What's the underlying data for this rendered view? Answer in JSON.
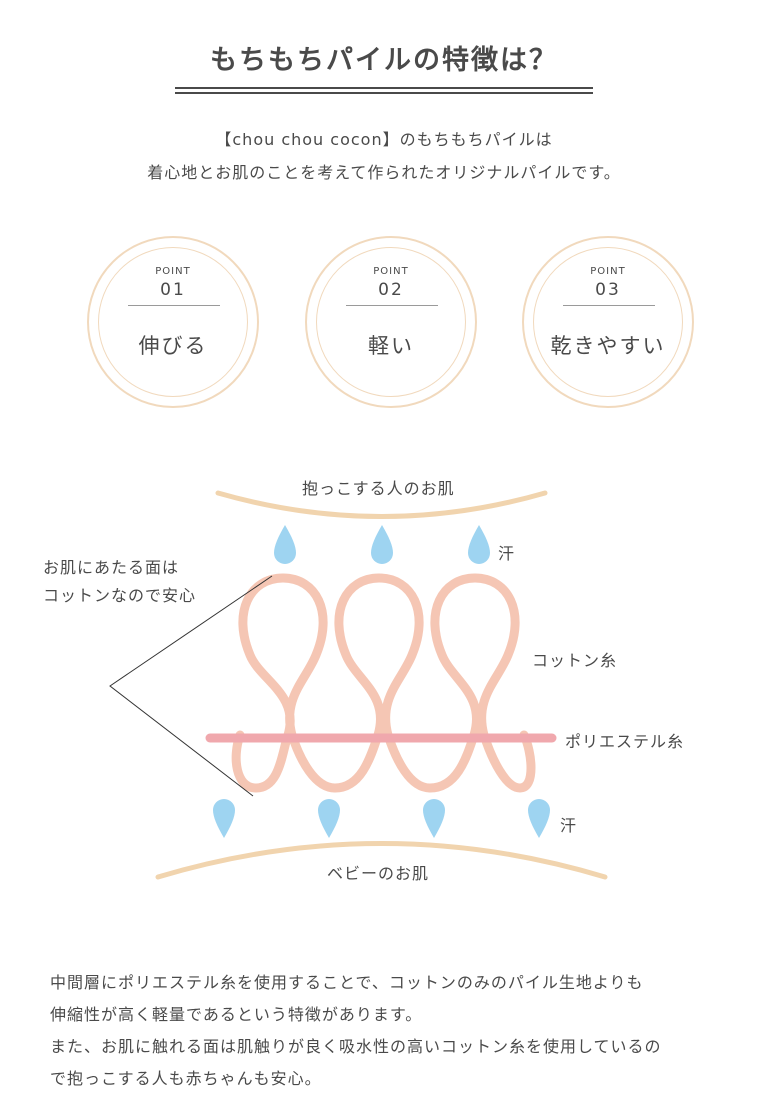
{
  "title": "もちもちパイルの特徴は？",
  "intro": {
    "line1": "【chou chou cocon】のもちもちパイルは",
    "line2": "着心地とお肌のことを考えて作られたオリジナルパイルです。"
  },
  "points": [
    {
      "label": "POINT",
      "number": "01",
      "feature": "伸びる"
    },
    {
      "label": "POINT",
      "number": "02",
      "feature": "軽い"
    },
    {
      "label": "POINT",
      "number": "03",
      "feature": "乾きやすい"
    }
  ],
  "diagram": {
    "top_skin": "抱っこする人のお肌",
    "sweat_top": "汗",
    "contact_line1": "お肌にあたる面は",
    "contact_line2": "コットンなので安心",
    "cotton": "コットン糸",
    "polyester": "ポリエステル糸",
    "sweat_bottom": "汗",
    "bottom_skin": "ベビーのお肌"
  },
  "colors": {
    "circle_border": "#f1d9bd",
    "skin_curve": "#f1d4ae",
    "cotton_loop": "#f5c6b4",
    "polyester": "#f0a8ad",
    "droplet": "#9ed4f1"
  },
  "body": {
    "line1": "中間層にポリエステル糸を使用することで、コットンのみのパイル生地よりも",
    "line2": "伸縮性が高く軽量であるという特徴があります。",
    "line3": "また、お肌に触れる面は肌触りが良く吸水性の高いコットン糸を使用しているの",
    "line4": "で抱っこする人も赤ちゃんも安心。"
  }
}
